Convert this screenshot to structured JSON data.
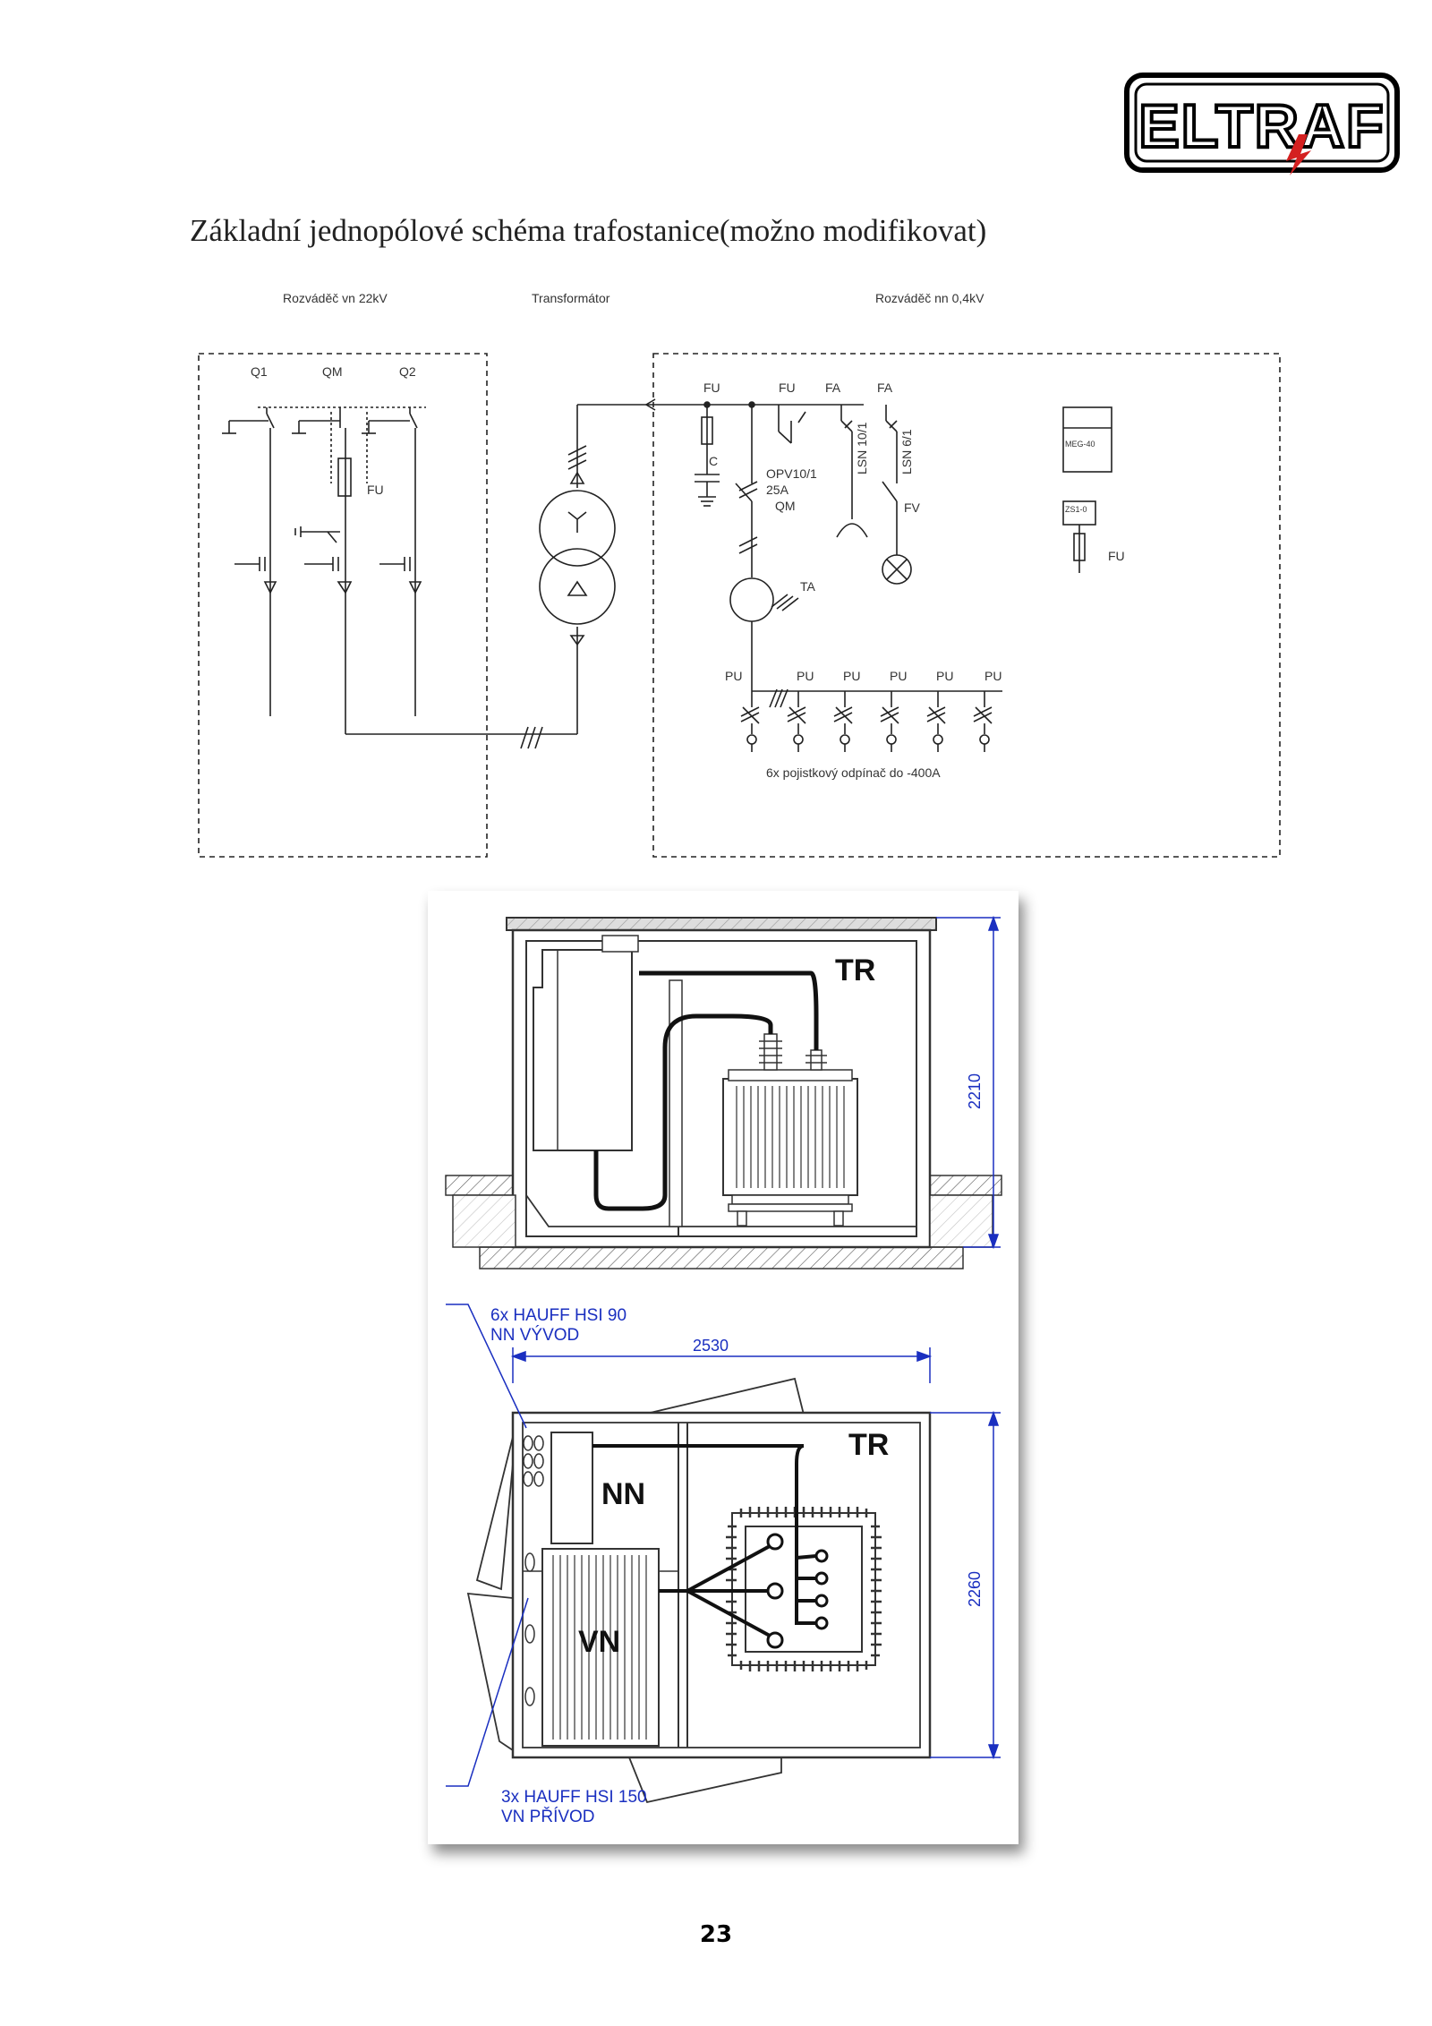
{
  "logo": {
    "text": "ELTRAF"
  },
  "title": "Základní jednopólové schéma trafostanice(možno modifikovat)",
  "schematic": {
    "section_vn": "Rozváděč vn 22kV",
    "section_tr": "Transformátor",
    "section_nn": "Rozváděč nn 0,4kV",
    "q1": "Q1",
    "qm": "QM",
    "q2": "Q2",
    "fu": "FU",
    "fa": "FA",
    "c": "C",
    "opv": "OPV10/1",
    "a25": "25A",
    "qm2": "QM",
    "lsn10": "LSN 10/1",
    "lsn6": "LSN 6/1",
    "fv": "FV",
    "ta": "TA",
    "pu": "PU",
    "meg": "MEG-40",
    "zs": "ZS1-0",
    "pojistky": "6x pojistkový odpínač do -400A"
  },
  "drawing": {
    "tr1": "TR",
    "tr2": "TR",
    "nn": "NN",
    "vn": "VN",
    "dim_height": "2210",
    "dim_width": "2530",
    "dim_depth": "2260",
    "nn_line1": "6x HAUFF HSI 90",
    "nn_line2": "NN VÝVOD",
    "vn_line1": "3x HAUFF HSI 150",
    "vn_line2": "VN PŘÍVOD"
  },
  "page_number": "23",
  "colors": {
    "dimension_blue": "#1a2fc0",
    "logo_red": "#d42020"
  }
}
